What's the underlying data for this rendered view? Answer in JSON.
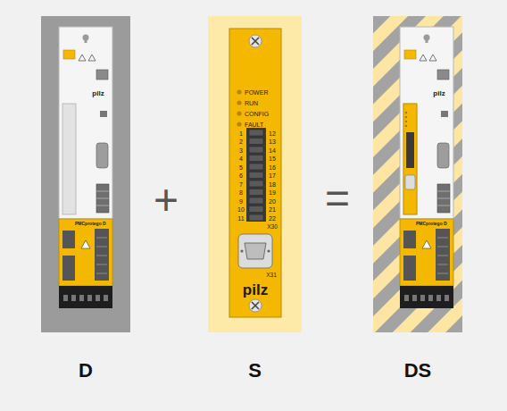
{
  "diagram": {
    "nodes": [
      {
        "text": [
          "D"
        ]
      },
      {
        "text": [
          "S"
        ]
      },
      {
        "text": [
          "DS"
        ]
      }
    ],
    "labels": [
      "pilz",
      "PMCprotego D",
      "+",
      "POWER",
      "RUN",
      "CONFIG",
      "FAULT",
      "1",
      "2",
      "3",
      "4",
      "5",
      "6",
      "7",
      "8",
      "9",
      "10",
      "11",
      "12",
      "13",
      "14",
      "15",
      "16",
      "17",
      "18",
      "19",
      "20",
      "21",
      "22",
      "X30",
      "X31",
      "pilz",
      "=",
      "pilz",
      "PMCprotego D"
    ]
  }
}
